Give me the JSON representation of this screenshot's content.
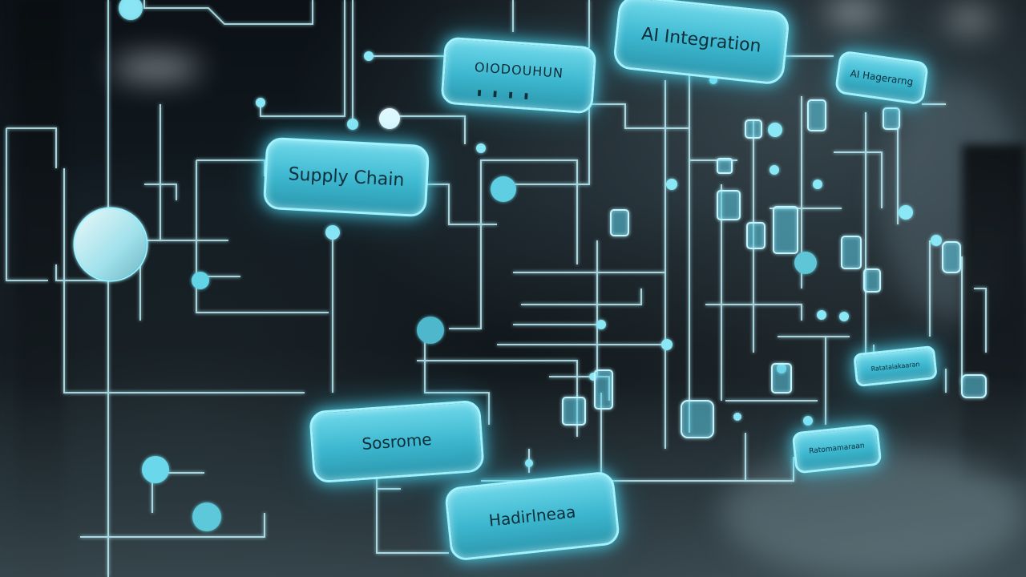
{
  "nodes": {
    "ai_integration": "AI Integration",
    "top_left": "OIODOUHUN",
    "top_right": "AI Hagerarng",
    "supply_chain": "Supply Chain",
    "mid_right": "Ratataiakaaran",
    "bottom_right": "Ratomamaraan",
    "bottom_center": "Sosrome",
    "bottom": "Hadirlneaa"
  },
  "theme": {
    "glow": "#9ff3ff",
    "node_fill": "#3cb7cf",
    "line": "#bff6ff",
    "background": "#0b1116"
  }
}
